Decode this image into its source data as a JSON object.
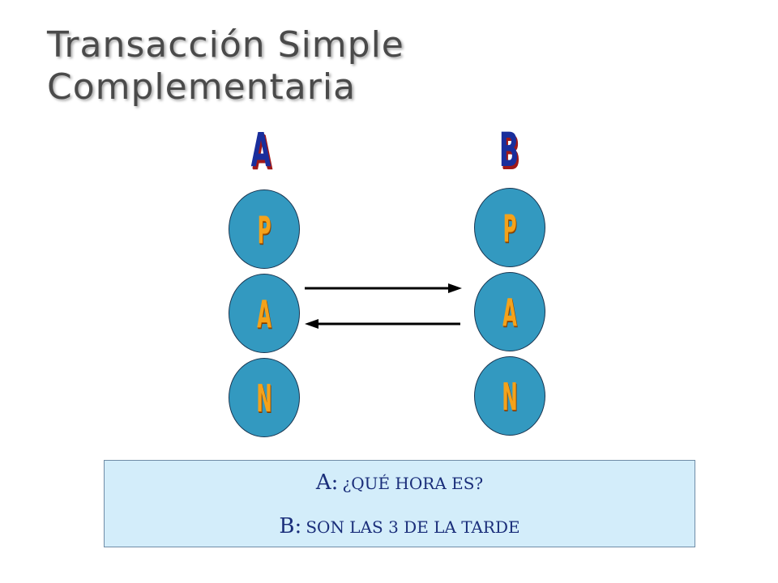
{
  "title": {
    "line1": "Transacción Simple",
    "line2": "Complementaria"
  },
  "parties": {
    "a": {
      "label": "A",
      "states": [
        "P",
        "A",
        "N"
      ]
    },
    "b": {
      "label": "B",
      "states": [
        "P",
        "A",
        "N"
      ]
    }
  },
  "dialog": {
    "line1": {
      "speaker": "A:",
      "text": "¿QUÉ HORA ES?"
    },
    "line2": {
      "speaker": "B:",
      "text": "SON LAS 3 DE LA TARDE"
    }
  },
  "colors": {
    "node_fill": "#3399c0",
    "node_letter": "#f4a21a",
    "party_label": "#1a2e9c",
    "party_label_shadow": "#a01818",
    "dialog_bg": "#d3edfa",
    "dialog_text": "#1a2e7a"
  }
}
